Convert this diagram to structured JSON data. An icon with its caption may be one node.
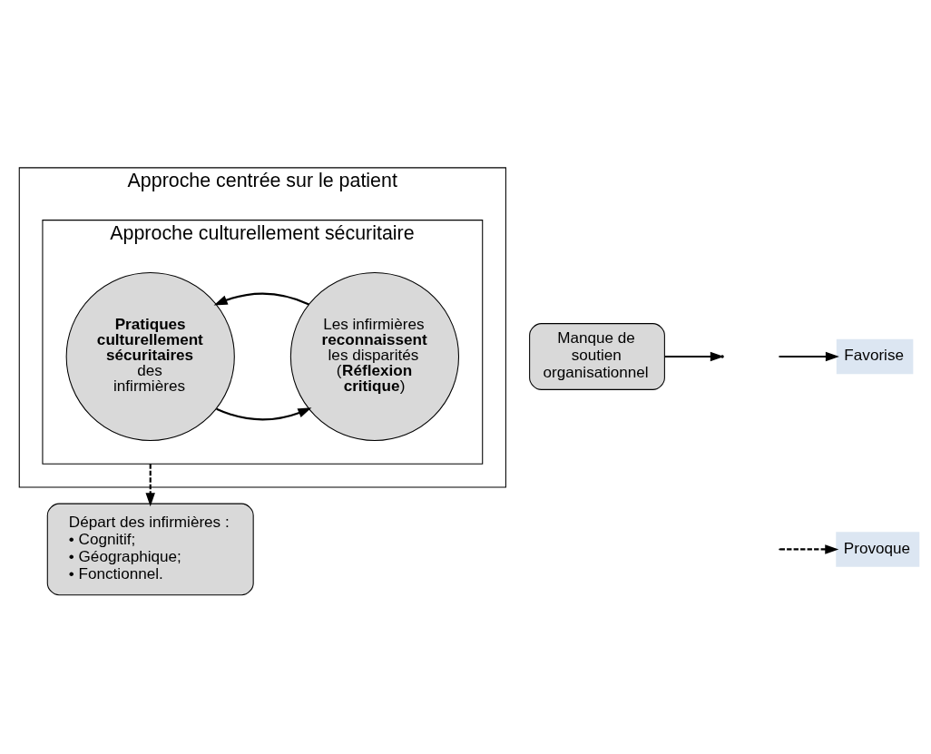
{
  "diagram": {
    "nodes": [
      {
        "text": [
          "Approche centrée sur le patient"
        ]
      },
      {
        "text": [
          "Approche culturellement sécuritaire"
        ],
        "in": 0
      },
      {
        "text": [
          "**Pratiques culturellement sécuritaires** des infirmières"
        ],
        "in": 1
      },
      {
        "text": [
          "Les infirmières **reconnaissent** les disparités (**Réflexion critique**)"
        ],
        "in": 1
      },
      {
        "text": [
          "Manque de soutien organisationnel"
        ]
      },
      {
        "text": [
          "Départ des infirmières :",
          "• Cognitif;",
          "• Géographique;",
          "• Fonctionnel."
        ]
      }
    ],
    "edges": [
      {
        "from": 2,
        "to": 3,
        "arrow": "to"
      },
      {
        "from": 3,
        "to": 2,
        "arrow": "to"
      },
      {
        "from": 1,
        "to": 5,
        "arrow": "to",
        "style": "dashed"
      },
      {
        "from": 4,
        "to": null,
        "arrow": "to"
      }
    ],
    "legend": [
      {
        "text": "Favorise"
      },
      {
        "text": "Provoque"
      }
    ]
  }
}
